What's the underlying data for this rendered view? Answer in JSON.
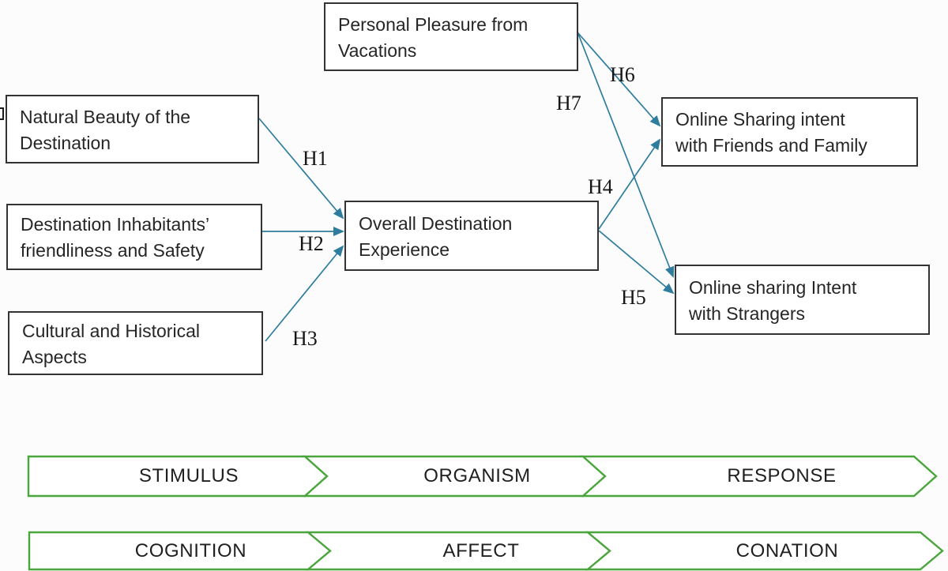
{
  "diagram": {
    "boxes": {
      "personal_pleasure": {
        "line1": "Personal Pleasure from",
        "line2": "Vacations"
      },
      "natural_beauty": {
        "line1": "Natural Beauty of the",
        "line2": "Destination"
      },
      "inhabitants_friendliness": {
        "line1": "Destination Inhabitants’",
        "line2": "friendliness and Safety"
      },
      "cultural_historical": {
        "line1": "Cultural and Historical",
        "line2": "Aspects"
      },
      "overall_experience": {
        "line1": "Overall Destination",
        "line2": "Experience"
      },
      "sharing_friends_family": {
        "line1": "Online Sharing intent",
        "line2": "with Friends and Family"
      },
      "sharing_strangers": {
        "line1": "Online sharing Intent",
        "line2": "with Strangers"
      }
    },
    "hypothesis_labels": {
      "h1": "H1",
      "h2": "H2",
      "h3": "H3",
      "h4": "H4",
      "h5": "H5",
      "h6": "H6",
      "h7": "H7"
    },
    "arrows": [
      {
        "label": "H1",
        "from": "natural_beauty",
        "to": "overall_experience"
      },
      {
        "label": "H2",
        "from": "inhabitants_friendliness",
        "to": "overall_experience"
      },
      {
        "label": "H3",
        "from": "cultural_historical",
        "to": "overall_experience"
      },
      {
        "label": "H4",
        "from": "overall_experience",
        "to": "sharing_friends_family"
      },
      {
        "label": "H5",
        "from": "overall_experience",
        "to": "sharing_strangers"
      },
      {
        "label": "H6",
        "from": "personal_pleasure",
        "to": "sharing_friends_family"
      },
      {
        "label": "H7",
        "from": "personal_pleasure",
        "to": "sharing_strangers"
      }
    ],
    "colors": {
      "arrow_teal": "#2e7d9e",
      "box_border": "#333333",
      "chevron_green": "#4aa63c",
      "text": "#262626"
    }
  },
  "process_bars": [
    {
      "segments": [
        {
          "label": "STIMULUS"
        },
        {
          "label": "ORGANISM"
        },
        {
          "label": "RESPONSE"
        }
      ]
    },
    {
      "segments": [
        {
          "label": "COGNITION"
        },
        {
          "label": "AFFECT"
        },
        {
          "label": "CONATION"
        }
      ]
    }
  ]
}
